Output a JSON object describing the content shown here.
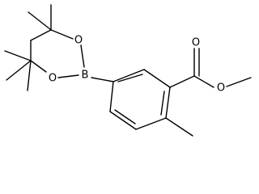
{
  "molecule": {
    "atoms": {
      "ring_oxygen_top": "O",
      "ring_oxygen_bottom": "O",
      "boron": "B",
      "carbonyl_oxygen": "O",
      "ester_oxygen": "O"
    },
    "colors": {
      "bond": "#000000",
      "label": "#000000",
      "background": "#ffffff"
    }
  }
}
